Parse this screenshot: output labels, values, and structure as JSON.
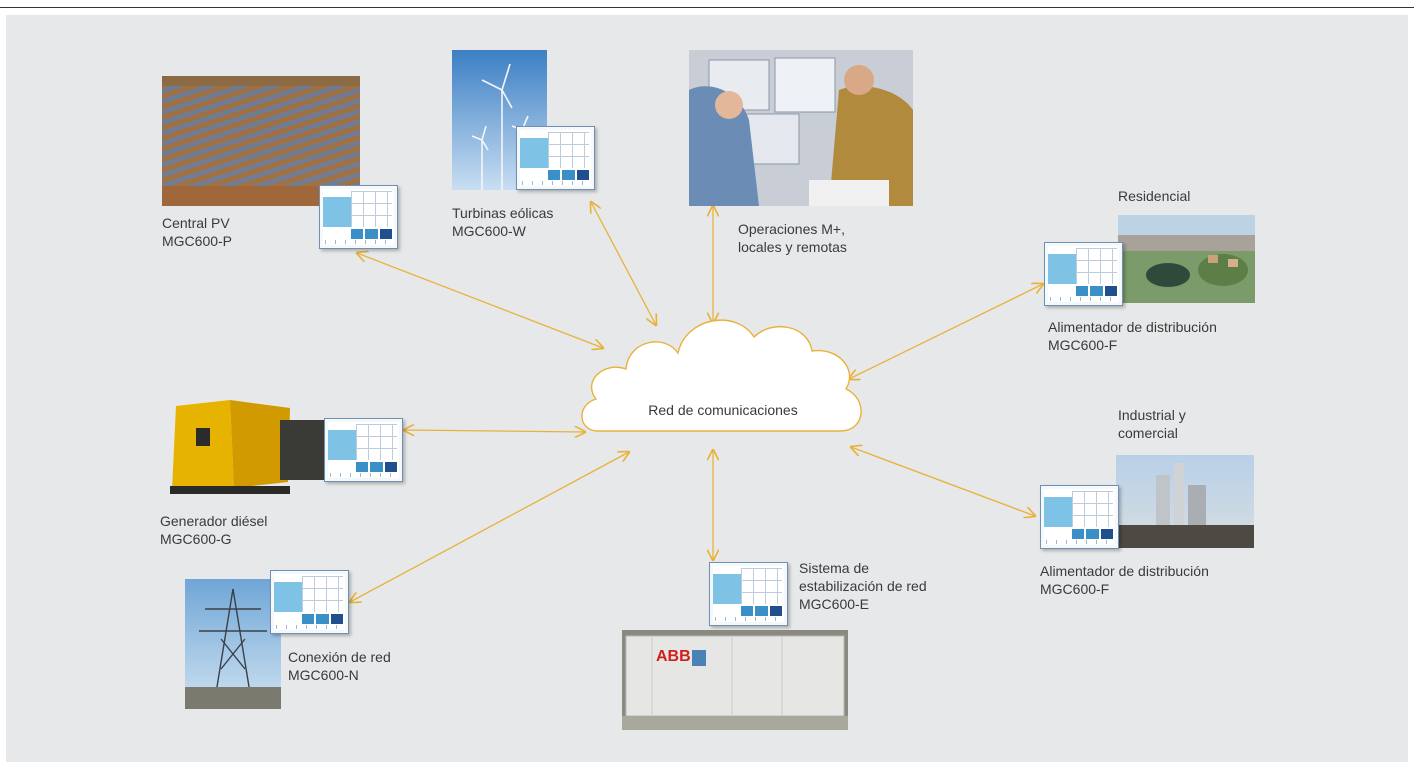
{
  "diagram": {
    "hub": {
      "label": "Red de comunicaciones"
    },
    "nodes": {
      "pv": {
        "label": "Central PV\nMGC600-P",
        "icon": "solar-farm-photo"
      },
      "wind": {
        "label": "Turbinas eólicas\nMGC600-W",
        "icon": "wind-turbines-photo"
      },
      "ops": {
        "label": "Operaciones M+,\nlocales y remotas",
        "icon": "control-room-photo"
      },
      "residential": {
        "title": "Residencial",
        "label": "Alimentador de distribución\nMGC600-F",
        "icon": "residential-town-photo"
      },
      "diesel": {
        "label": "Generador diésel\nMGC600-G",
        "icon": "diesel-generator-photo"
      },
      "industrial": {
        "title": "Industrial y\ncomercial",
        "label": "Alimentador de distribución\nMGC600-F",
        "icon": "industrial-plant-photo"
      },
      "grid": {
        "label": "Conexión de red\nMGC600-N",
        "icon": "transmission-tower-photo"
      },
      "storage": {
        "label": "Sistema de\nestabilización de red\nMGC600-E",
        "icon": "container-photo",
        "logo": "ABB"
      }
    },
    "colors": {
      "link": "#e8b23a",
      "panel": "#e7e8e9",
      "cloud": "#ffffff"
    }
  }
}
